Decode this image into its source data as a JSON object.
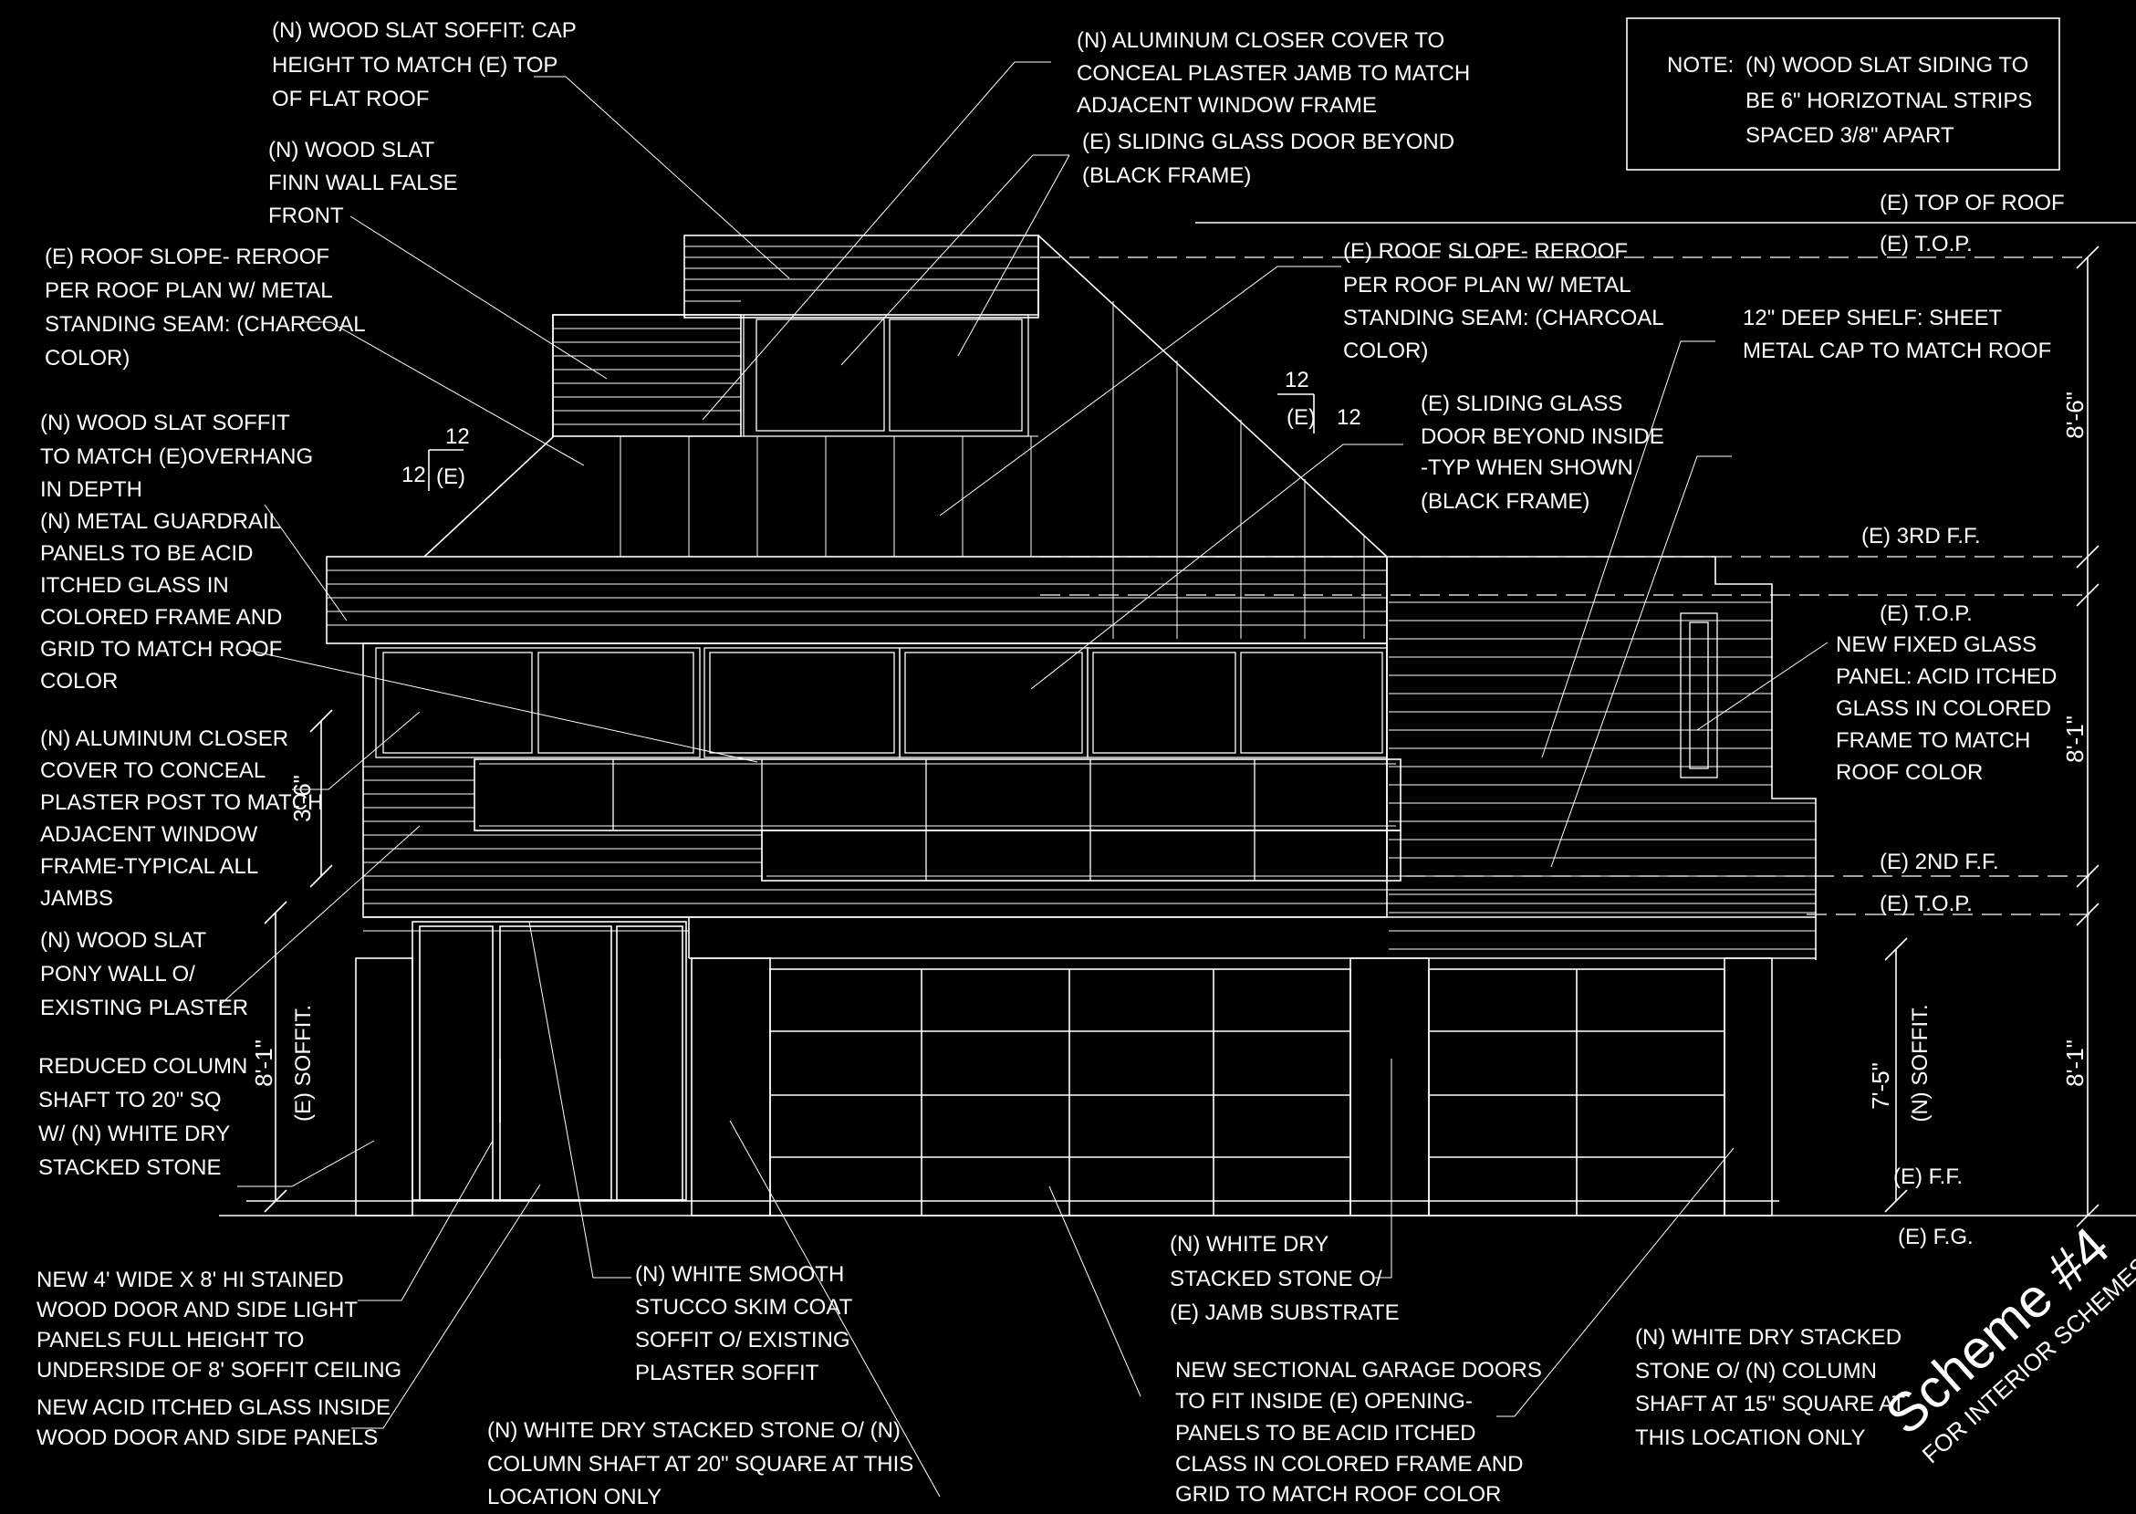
{
  "note": {
    "label": "NOTE:",
    "lines": [
      "(N) WOOD SLAT SIDING TO",
      "BE 6\" HORIZOTNAL STRIPS",
      "SPACED 3/8\" APART"
    ]
  },
  "callouts": [
    {
      "id": "soffit-cap",
      "lines": [
        "(N) WOOD SLAT SOFFIT: CAP",
        "HEIGHT TO MATCH (E) TOP",
        "OF FLAT ROOF"
      ]
    },
    {
      "id": "finn-wall",
      "lines": [
        "(N) WOOD SLAT",
        "FINN WALL FALSE",
        "FRONT"
      ]
    },
    {
      "id": "roof-slope-left",
      "lines": [
        "(E) ROOF SLOPE- REROOF",
        "PER ROOF PLAN W/ METAL",
        "STANDING SEAM: (CHARCOAL",
        "COLOR)"
      ]
    },
    {
      "id": "soffit-overhang",
      "lines": [
        "(N) WOOD SLAT SOFFIT",
        "TO MATCH (E)OVERHANG",
        "IN DEPTH"
      ]
    },
    {
      "id": "guardrail",
      "lines": [
        "(N) METAL GUARDRAIL",
        "PANELS TO BE ACID",
        "ITCHED GLASS IN",
        "COLORED FRAME AND",
        "GRID TO MATCH ROOF",
        "COLOR"
      ]
    },
    {
      "id": "closer-post",
      "lines": [
        "(N) ALUMINUM CLOSER",
        "COVER TO CONCEAL",
        "PLASTER POST TO MATCH",
        "ADJACENT WINDOW",
        "FRAME-TYPICAL ALL",
        "JAMBS"
      ]
    },
    {
      "id": "pony-wall",
      "lines": [
        "(N) WOOD SLAT",
        "PONY WALL O/",
        "EXISTING PLASTER"
      ]
    },
    {
      "id": "reduced-column",
      "lines": [
        "REDUCED COLUMN",
        "SHAFT TO 20\" SQ",
        "W/ (N) WHITE DRY",
        "STACKED STONE"
      ]
    },
    {
      "id": "wood-door",
      "lines": [
        "NEW 4' WIDE X 8' HI STAINED",
        "WOOD DOOR AND SIDE LIGHT",
        "PANELS FULL HEIGHT TO",
        "UNDERSIDE OF 8' SOFFIT CEILING"
      ]
    },
    {
      "id": "acid-glass-door",
      "lines": [
        "NEW ACID ITCHED GLASS INSIDE",
        "WOOD DOOR AND SIDE PANELS"
      ]
    },
    {
      "id": "stucco-soffit",
      "lines": [
        "(N) WHITE SMOOTH",
        "STUCCO SKIM COAT",
        "SOFFIT O/ EXISTING",
        "PLASTER  SOFFIT"
      ]
    },
    {
      "id": "stone-column-20",
      "lines": [
        "(N) WHITE DRY STACKED STONE O/ (N)",
        "COLUMN SHAFT AT 20\" SQUARE AT THIS",
        "LOCATION ONLY"
      ]
    },
    {
      "id": "closer-jamb",
      "lines": [
        "(N) ALUMINUM CLOSER COVER TO",
        "CONCEAL PLASTER JAMB TO MATCH",
        "ADJACENT WINDOW FRAME"
      ]
    },
    {
      "id": "sliding-door-top",
      "lines": [
        "(E) SLIDING GLASS DOOR BEYOND",
        "(BLACK FRAME)"
      ]
    },
    {
      "id": "roof-slope-right",
      "lines": [
        "(E) ROOF SLOPE- REROOF",
        "PER ROOF PLAN W/ METAL",
        "STANDING SEAM: (CHARCOAL",
        "COLOR)"
      ]
    },
    {
      "id": "sliding-door-inside",
      "lines": [
        "(E) SLIDING GLASS",
        "DOOR BEYOND INSIDE",
        "-TYP WHEN SHOWN",
        "(BLACK FRAME)"
      ]
    },
    {
      "id": "deep-shelf",
      "lines": [
        "12\" DEEP SHELF: SHEET",
        "METAL CAP TO MATCH ROOF"
      ]
    },
    {
      "id": "fixed-glass",
      "lines": [
        "NEW FIXED GLASS",
        "PANEL: ACID ITCHED",
        "GLASS IN COLORED",
        "FRAME  TO MATCH",
        "ROOF COLOR"
      ]
    },
    {
      "id": "stone-jamb",
      "lines": [
        "(N) WHITE DRY",
        "STACKED STONE O/",
        "(E) JAMB SUBSTRATE"
      ]
    },
    {
      "id": "garage-doors",
      "lines": [
        "NEW SECTIONAL GARAGE DOORS",
        "TO FIT INSIDE (E) OPENING-",
        "PANELS TO BE ACID ITCHED",
        "CLASS IN COLORED FRAME AND",
        "GRID TO MATCH ROOF COLOR"
      ]
    },
    {
      "id": "stone-column-15",
      "lines": [
        "(N) WHITE DRY STACKED",
        "STONE O/ (N) COLUMN",
        "SHAFT AT 15\" SQUARE AT",
        "THIS LOCATION ONLY"
      ]
    }
  ],
  "levels": {
    "top_of_roof": "(E) TOP OF ROOF",
    "top_plate_3": "(E) T.O.P.",
    "third_ff": "(E) 3RD F.F.",
    "top_plate_2": "(E) T.O.P.",
    "second_ff": "(E) 2ND F.F.",
    "top_plate_1": "(E) T.O.P.",
    "ff": "(E) F.F.",
    "fg": "(E) F.G."
  },
  "dimensions": {
    "d_8_6": "8'-6\"",
    "d_8_1_upper": "8'-1\"",
    "d_8_1_lower": "8'-1\"",
    "d_7_5": "7'-5\"",
    "d_8_1_left": "8'-1\"",
    "d_3_6": "3'-6\"",
    "n_soffit": "(N) SOFFIT.",
    "e_soffit": "(E) SOFFIT."
  },
  "pitch": {
    "left_rise": "12",
    "left_run": "12",
    "left_tag": "(E)",
    "right_rise": "12",
    "right_run": "12",
    "right_tag": "(E)"
  },
  "scheme": {
    "title": "Scheme #4",
    "subtitle": "FOR INTERIOR SCHEMES \"G\""
  }
}
